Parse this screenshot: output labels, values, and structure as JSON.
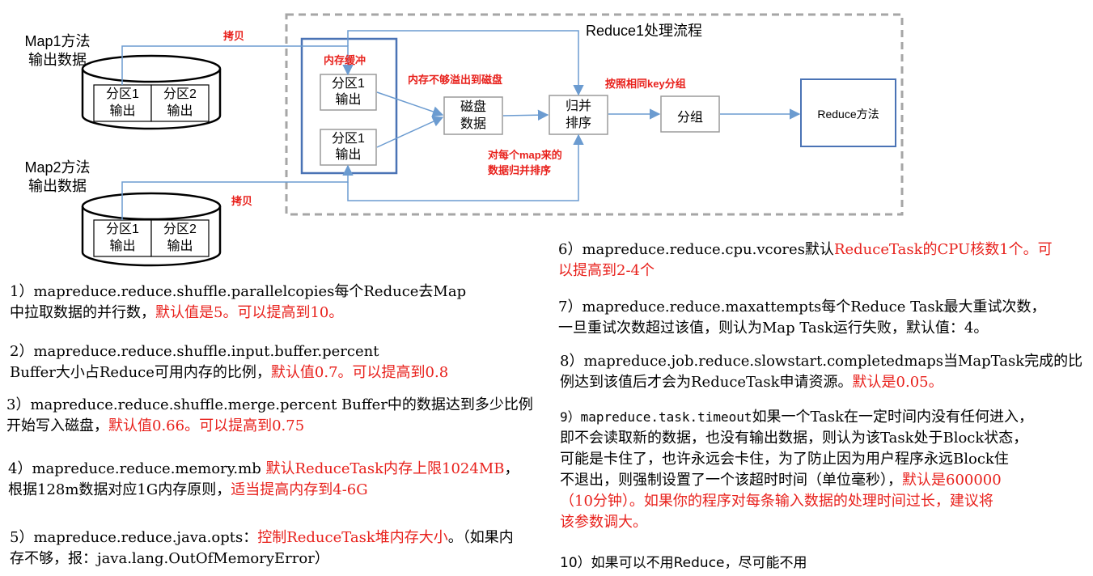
{
  "diagram": {
    "reduce_title": "Reduce1处理流程",
    "map1_label": [
      "Map1方法",
      "输出数据"
    ],
    "map2_label": [
      "Map2方法",
      "输出数据"
    ],
    "partition1": [
      "分区1",
      "输出"
    ],
    "partition2": [
      "分区2",
      "输出"
    ],
    "copy_label": "拷贝",
    "memory_buffer": "内存缓冲",
    "buffer_partition": [
      "分区1",
      "输出"
    ],
    "spill_note": "内存不够溢出到磁盘",
    "disk_data": [
      "磁盘",
      "数据"
    ],
    "merge_sort": [
      "归并",
      "排序"
    ],
    "group_note": "按照相同key分组",
    "group": "分组",
    "reduce_method": "Reduce方法",
    "merge_note": [
      "对每个map来的",
      "数据归并排序"
    ],
    "colors": {
      "box_blue": "#4a73b5",
      "arrow_blue": "#6b9bd0",
      "red": "#e8211c",
      "dashed": "#a6a6a6"
    }
  },
  "notes": {
    "n1": {
      "l1": "1）mapreduce.reduce.shuffle.parallelcopies每个Reduce去Map",
      "l2a": "中拉取数据的并行数，",
      "l2b": "默认值是5。可以提高到10。"
    },
    "n2": {
      "l1": "2）mapreduce.reduce.shuffle.input.buffer.percent",
      "l2a": "Buffer大小占Reduce可用内存的比例，",
      "l2b": "默认值0.7。可以提高到0.8"
    },
    "n3": {
      "l1": "3）mapreduce.reduce.shuffle.merge.percent Buffer中的数据达到多少比例",
      "l2a": "开始写入磁盘，",
      "l2b": "默认值0.66。可以提高到0.75"
    },
    "n4": {
      "l1a": "4）mapreduce.reduce.memory.mb ",
      "l1b": "默认ReduceTask内存上限1024MB",
      "l1c": "，",
      "l2a": "根据128m数据对应1G内存原则，",
      "l2b": "适当提高内存到4-6G"
    },
    "n5": {
      "l1a": "5）mapreduce.reduce.java.opts：",
      "l1b": "控制ReduceTask堆内存大小",
      "l1c": "。（如果内",
      "l2": "存不够，报：java.lang.OutOfMemoryError）"
    },
    "n6": {
      "l1a": "6）mapreduce.reduce.cpu.vcores默认",
      "l1b": "ReduceTask的CPU核数1个。可",
      "l2": "以提高到2-4个"
    },
    "n7": {
      "l1": "7）mapreduce.reduce.maxattempts每个Reduce Task最大重试次数，",
      "l2": "一旦重试次数超过该值，则认为Map Task运行失败，默认值：4。"
    },
    "n8": {
      "l1": "8）mapreduce.job.reduce.slowstart.completedmaps当MapTask完成的比",
      "l2a": "例达到该值后才会为ReduceTask申请资源。",
      "l2b": "默认是0.05。"
    },
    "n9": {
      "l1a": "9）mapreduce.task.timeout",
      "l1b": "如果一个Task在一定时间内没有任何进入，",
      "l2": "即不会读取新的数据，也没有输出数据，则认为该Task处于Block状态，",
      "l3": "可能是卡住了，也许永远会卡住，为了防止因为用户程序永远Block住",
      "l4a": "不退出，则强制设置了一个该超时时间（单位毫秒），",
      "l4b": "默认是600000",
      "l5": "（10分钟）。如果你的程序对每条输入数据的处理时间过长，建议将",
      "l6": "该参数调大。"
    },
    "n10": {
      "l1": "10）如果可以不用Reduce，尽可能不用"
    }
  }
}
